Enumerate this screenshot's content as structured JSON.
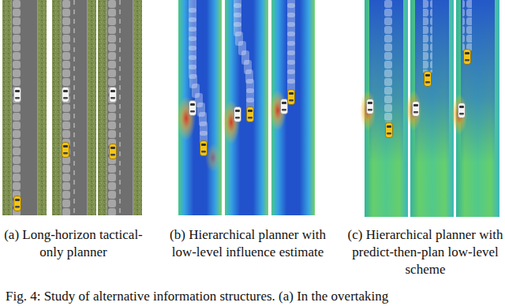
{
  "diagram": {
    "caption": "Fig. 4: Study of alternative information structures. (a) In the overtaking",
    "labels": [
      "(a) Long-horizon tactical-only planner",
      "(b) Hierarchical planner with low-level influence estimate",
      "(c) Hierarchical planner with predict-then-plan low-level scheme"
    ]
  }
}
